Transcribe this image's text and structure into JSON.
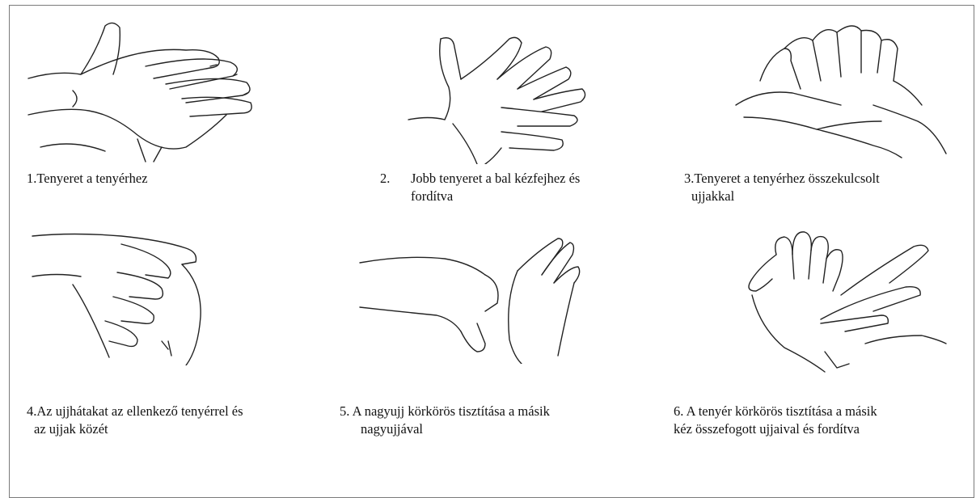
{
  "steps": [
    {
      "number": "1.",
      "line1": "Tenyeret a tenyérhez",
      "line2": "",
      "icon": "palm-to-palm-icon"
    },
    {
      "number": "2.",
      "line1": "Jobb tenyeret a bal kézfejhez és",
      "line2": "fordítva",
      "icon": "palm-over-dorsum-icon"
    },
    {
      "number": "3.",
      "line1": "Tenyeret a tenyérhez összekulcsolt",
      "line2": "ujjakkal",
      "icon": "interlaced-fingers-icon"
    },
    {
      "number": "4.",
      "line1": "Az ujjhátakat az ellenkező tenyérrel és",
      "line2": "az ujjak közét",
      "icon": "backs-of-fingers-icon"
    },
    {
      "number": "5.",
      "line1": "A nagyujj körkörös tisztítása a másik",
      "line2": "nagyujjával",
      "icon": "thumb-rotation-icon"
    },
    {
      "number": "6.",
      "line1": "A tenyér körkörös tisztítása a másik",
      "line2": "kéz összefogott ujjaival és fordítva",
      "icon": "fingertips-in-palm-icon"
    }
  ]
}
